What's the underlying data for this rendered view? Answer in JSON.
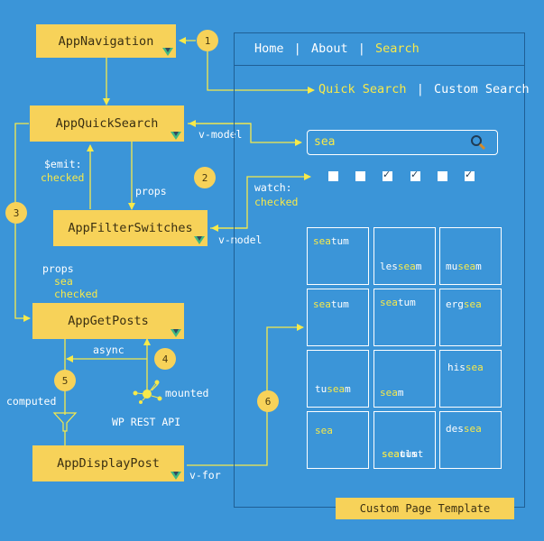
{
  "components": {
    "nav": "AppNavigation",
    "quick_search": "AppQuickSearch",
    "filter_switches": "AppFilterSwitches",
    "get_posts": "AppGetPosts",
    "display_post": "AppDisplayPost"
  },
  "step_numbers": [
    "1",
    "2",
    "3",
    "4",
    "5",
    "6"
  ],
  "edge_labels": {
    "v_model_1": "v-model",
    "v_model_2": "v-model",
    "emit": "$emit:",
    "emit_value": "checked",
    "props_1": "props",
    "watch": "watch:",
    "watch_value": "checked",
    "props_2": "props",
    "props_2_sea": "sea",
    "props_2_checked": "checked",
    "async": "async",
    "mounted": "mounted",
    "wp_rest_api": "WP REST API",
    "computed": "computed",
    "v_for": "v-for"
  },
  "page": {
    "nav_items": [
      "Home",
      "About",
      "Search"
    ],
    "nav_separator": "|",
    "search_modes": [
      "Quick Search",
      "Custom Search"
    ],
    "search_value": "sea",
    "checkboxes": [
      false,
      false,
      true,
      true,
      false,
      true
    ],
    "footer": "Custom Page Template"
  },
  "grid_cells": [
    {
      "before": "",
      "match": "sea",
      "after": "tum"
    },
    {
      "before": "les",
      "match": "sea",
      "after": "m"
    },
    {
      "before": "mu",
      "match": "sea",
      "after": "m"
    },
    {
      "before": "",
      "match": "sea",
      "after": "tum"
    },
    {
      "before": "",
      "match": "sea",
      "after": "tum"
    },
    {
      "before": "erg",
      "match": "sea",
      "after": ""
    },
    {
      "before": "tu",
      "match": "sea",
      "after": "m"
    },
    {
      "before": "",
      "match": "sea",
      "after": "m"
    },
    {
      "before": "his",
      "match": "sea",
      "after": ""
    },
    {
      "before": "",
      "match": "sea",
      "after": ""
    },
    {
      "before": "",
      "match": "sea",
      "after": "ulst"
    },
    {
      "before": "",
      "match": "sea",
      "after": "tum"
    },
    {
      "before": "des",
      "match": "sea",
      "after": ""
    }
  ],
  "colors": {
    "background": "#3b95d8",
    "box": "#f7d259",
    "arrow": "#f7e94a",
    "highlight": "#f7e94a",
    "text": "#ffffff"
  }
}
